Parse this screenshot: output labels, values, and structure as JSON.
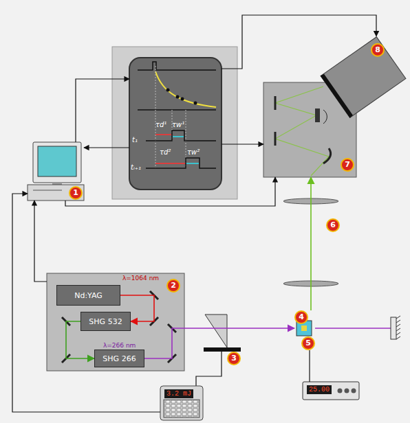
{
  "diagram": {
    "nodes": [
      {
        "text": [
          "τd¹",
          "τw¹",
          "t₁",
          "τd²",
          "τw²",
          "tᵢ₊₁"
        ]
      },
      {
        "text": [
          "8"
        ]
      },
      {
        "text": [
          "7"
        ]
      },
      {
        "text": [
          "1"
        ]
      },
      {
        "text": [
          "2",
          "λ=1064 nm",
          "λ=266 nm"
        ]
      },
      {
        "text": [
          "Nd:YAG"
        ],
        "in": 4
      },
      {
        "text": [
          "SHG 532"
        ],
        "in": 4
      },
      {
        "text": [
          "SHG 266"
        ],
        "in": 4
      },
      {
        "text": [
          "4",
          "5"
        ]
      },
      {
        "text": [
          "3.2 mJ"
        ]
      },
      {
        "text": [
          "25.00"
        ]
      }
    ],
    "edges": [
      {
        "from": 3,
        "to": 0,
        "arrow": "to"
      },
      {
        "from": 0,
        "to": 3,
        "arrow": "to"
      },
      {
        "from": 0,
        "to": 2,
        "arrow": "to"
      },
      {
        "from": 0,
        "to": 1,
        "arrow": "to"
      },
      {
        "from": 3,
        "to": 2,
        "arrow": "to"
      },
      {
        "from": 4,
        "to": 3,
        "arrow": "to"
      },
      {
        "from": 9,
        "to": 3,
        "arrow": "to"
      },
      {
        "from": 10,
        "to": 8,
        "arrow": "none"
      },
      {
        "from": 5,
        "to": 6,
        "arrow": "to"
      },
      {
        "from": 6,
        "to": 7,
        "arrow": "to"
      },
      {
        "from": 7,
        "to": 8,
        "arrow": "to"
      },
      {
        "from": 8,
        "to": 2,
        "arrow": "to"
      }
    ],
    "labels": [
      "3",
      "6"
    ]
  }
}
